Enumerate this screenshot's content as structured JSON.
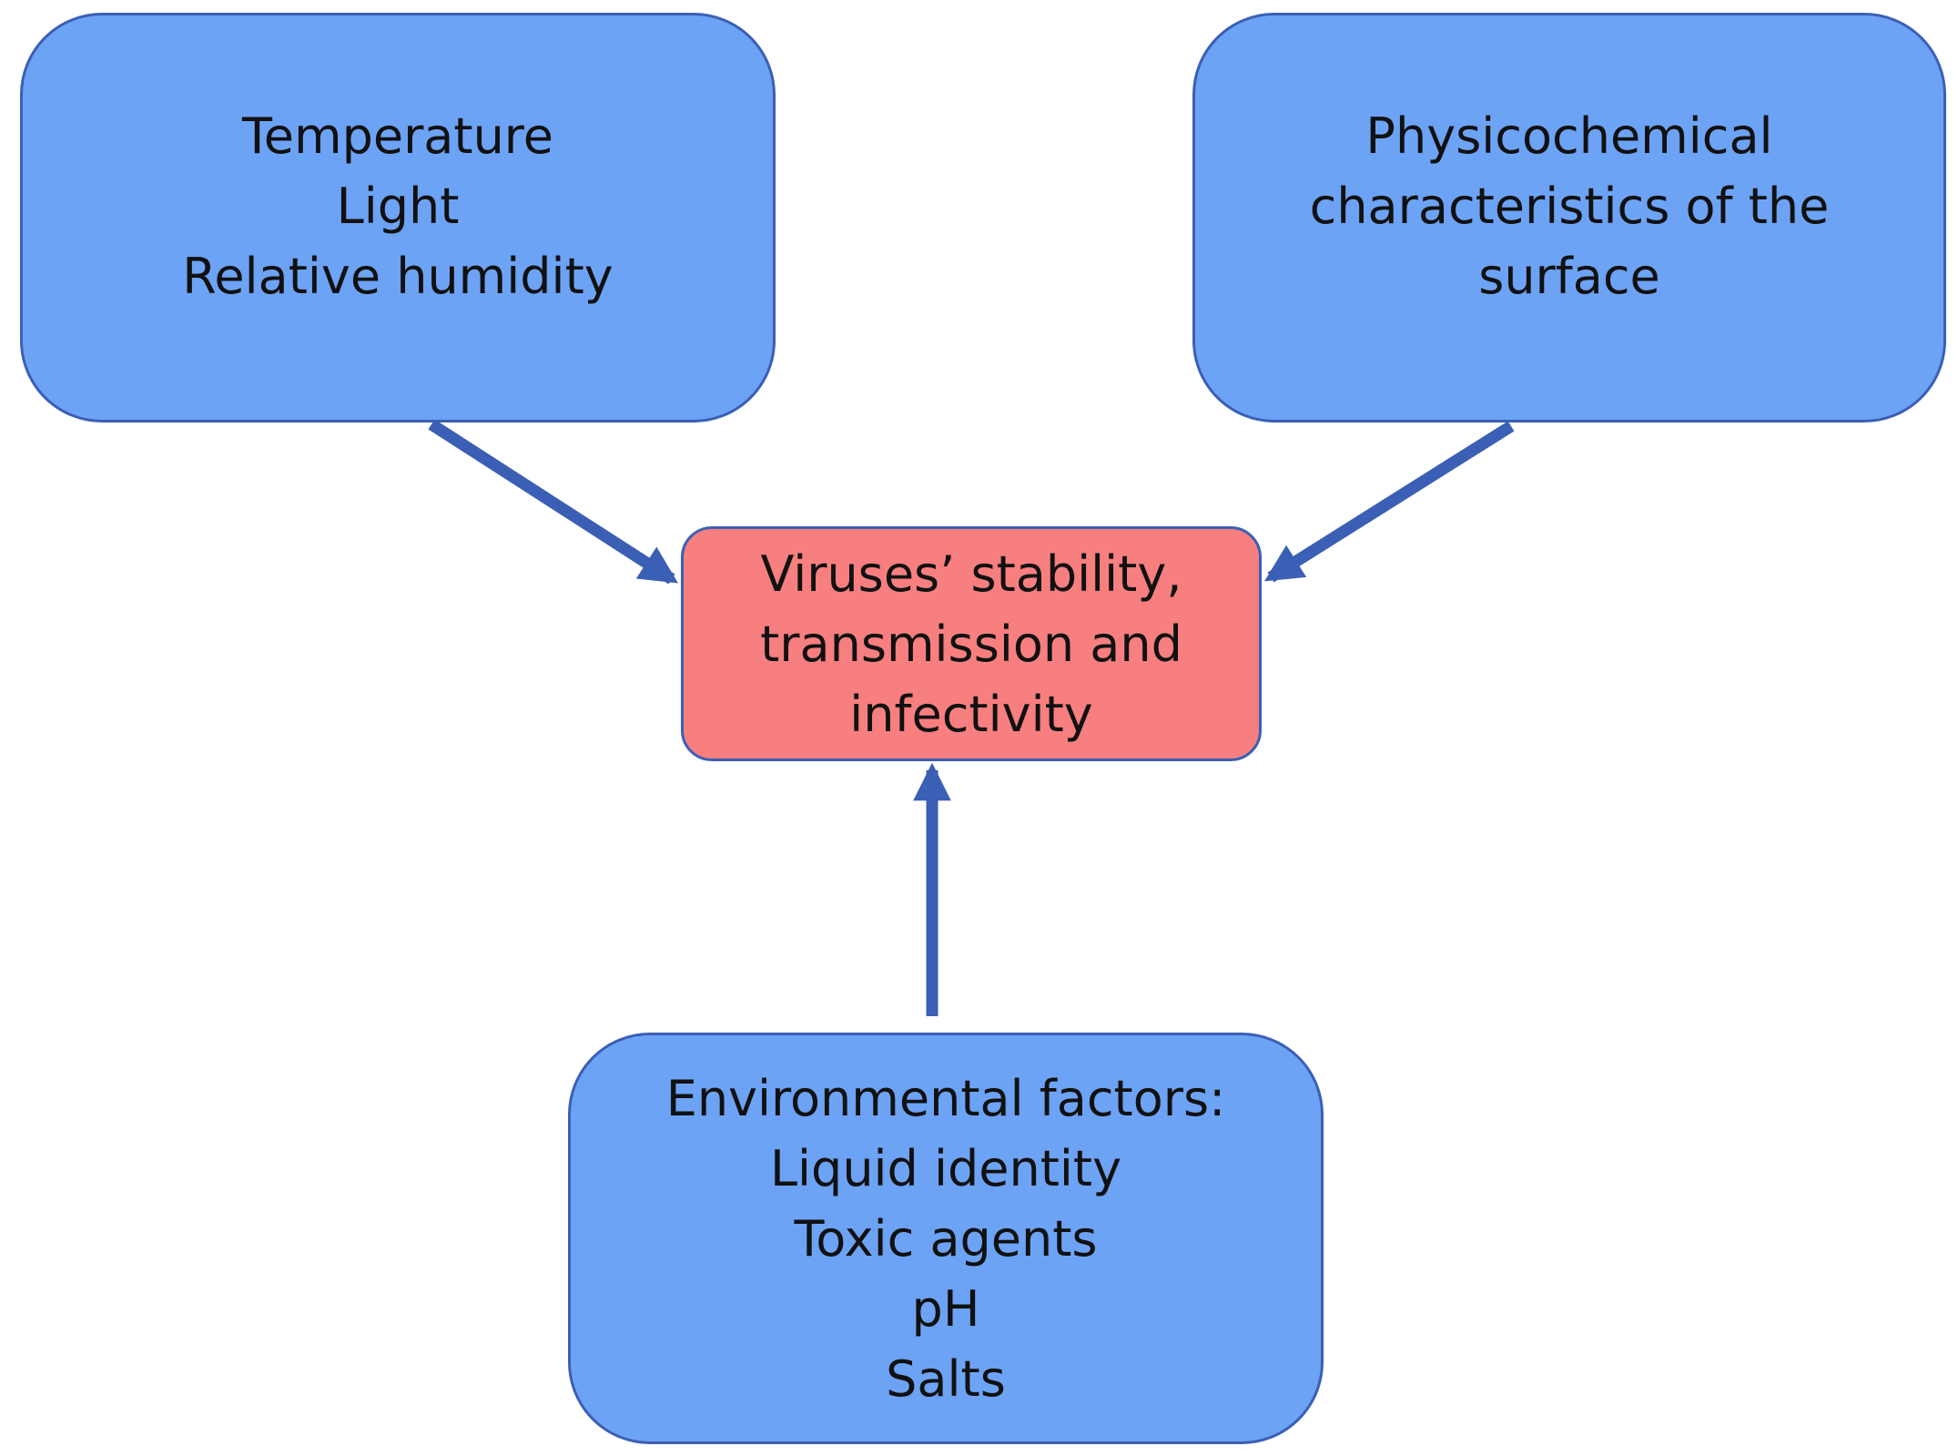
{
  "nodes": {
    "top_left": {
      "lines": [
        "Temperature",
        "Light",
        "Relative humidity"
      ]
    },
    "top_right": {
      "lines": [
        "Physicochemical",
        "characteristics of the",
        "surface"
      ]
    },
    "center": {
      "lines": [
        "Viruses’ stability,",
        "transmission and",
        "infectivity"
      ]
    },
    "bottom": {
      "lines": [
        "Environmental factors:",
        "Liquid identity",
        "Toxic agents",
        "pH",
        "Salts"
      ]
    }
  },
  "edges": [
    {
      "from": "top_left",
      "to": "center"
    },
    {
      "from": "top_right",
      "to": "center"
    },
    {
      "from": "bottom",
      "to": "center"
    }
  ],
  "colors": {
    "factor_box_fill": "#6da3f5",
    "outcome_box_fill": "#f87f7f",
    "border_and_arrow": "#3b5fb5"
  }
}
